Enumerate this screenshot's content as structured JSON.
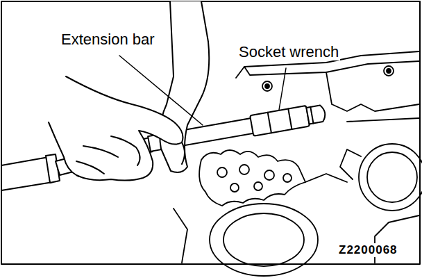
{
  "diagram": {
    "labels": [
      "Extension bar",
      "Socket wrench",
      "Z2200068"
    ]
  }
}
